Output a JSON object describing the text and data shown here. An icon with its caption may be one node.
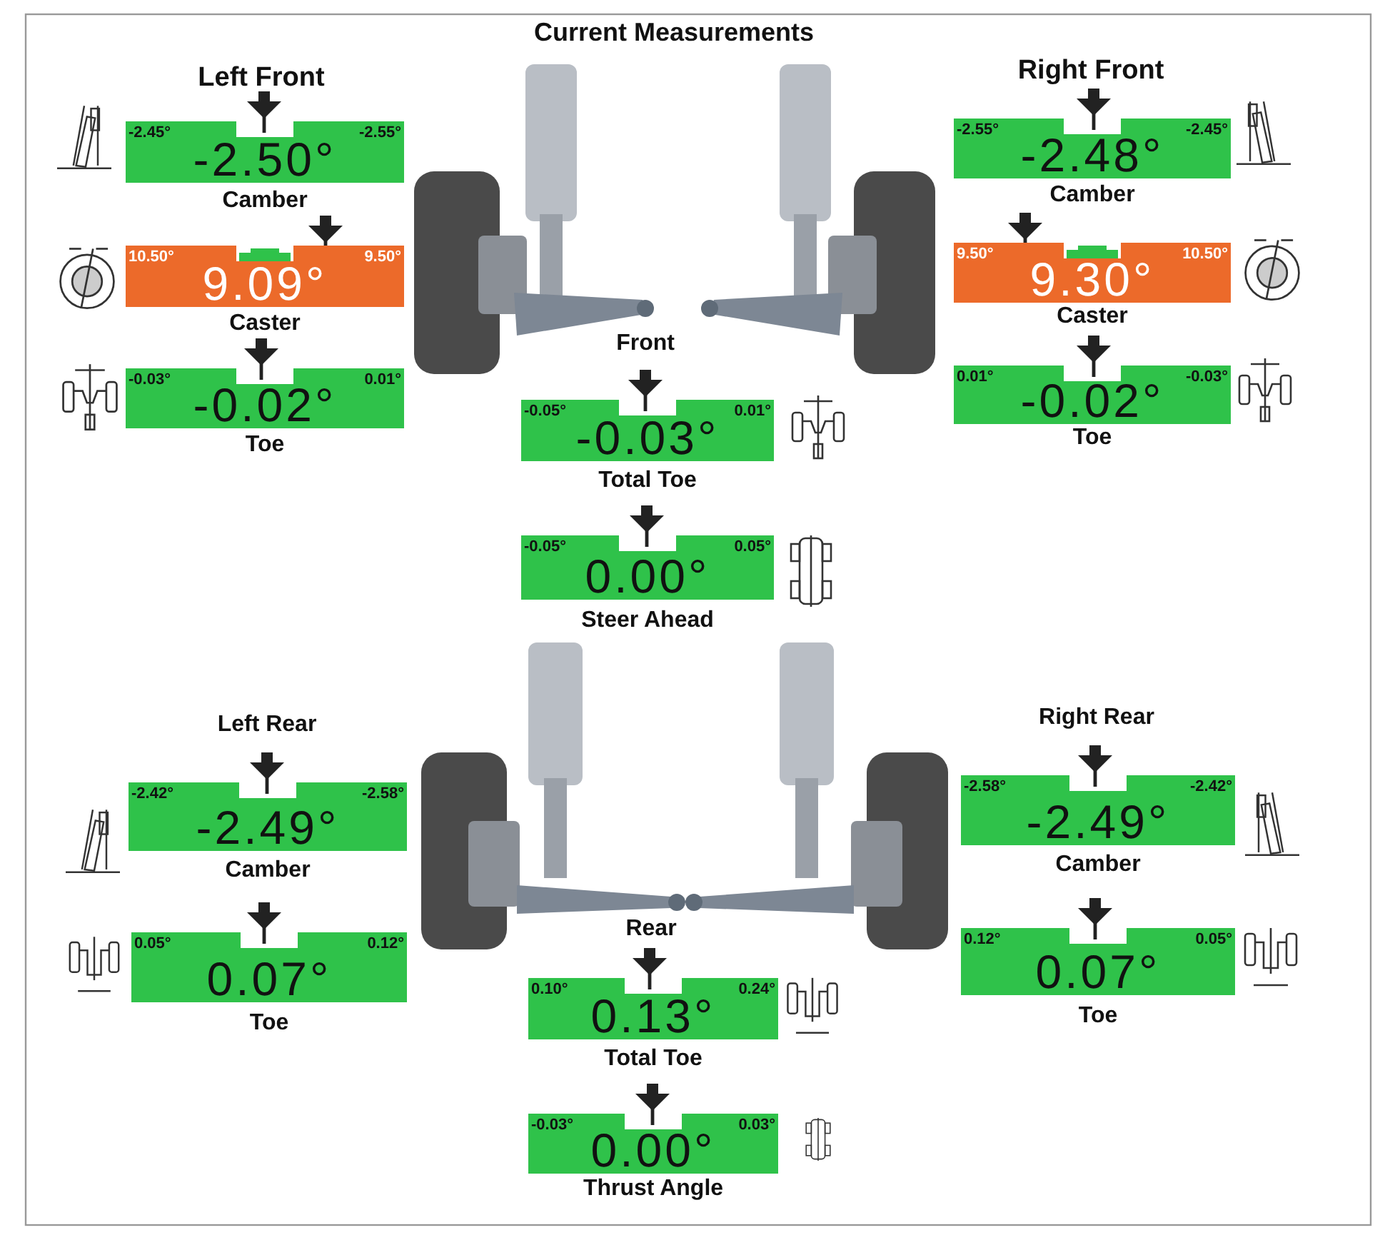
{
  "diagram": {
    "title": "Current Measurements",
    "nodes": [
      {
        "text": [
          "-2.45°",
          "-2.55°",
          "-2.50°"
        ],
        "beside": [
          "Camber"
        ]
      },
      {
        "text": [
          "10.50°",
          "9.50°",
          "9.09°"
        ],
        "beside": [
          "Caster"
        ]
      },
      {
        "text": [
          "-0.03°",
          "0.01°",
          "-0.02°"
        ],
        "beside": [
          "Toe"
        ]
      },
      {
        "text": [
          "-2.55°",
          "-2.45°",
          "-2.48°"
        ],
        "beside": [
          "Camber"
        ]
      },
      {
        "text": [
          "9.50°",
          "10.50°",
          "9.30°"
        ],
        "beside": [
          "Caster"
        ]
      },
      {
        "text": [
          "0.01°",
          "-0.03°",
          "-0.02°"
        ],
        "beside": [
          "Toe"
        ]
      },
      {
        "text": [
          "-0.05°",
          "0.01°",
          "-0.03°"
        ],
        "beside": [
          "Total Toe"
        ]
      },
      {
        "text": [
          "-0.05°",
          "0.05°",
          "0.00°"
        ],
        "beside": [
          "Steer Ahead"
        ]
      },
      {
        "text": [
          "-2.42°",
          "-2.58°",
          "-2.49°"
        ],
        "beside": [
          "Camber"
        ]
      },
      {
        "text": [
          "0.05°",
          "0.12°",
          "0.07°"
        ],
        "beside": [
          "Toe"
        ]
      },
      {
        "text": [
          "-2.58°",
          "-2.42°",
          "-2.49°"
        ],
        "beside": [
          "Camber"
        ]
      },
      {
        "text": [
          "0.12°",
          "0.05°",
          "0.07°"
        ],
        "beside": [
          "Toe"
        ]
      },
      {
        "text": [
          "0.10°",
          "0.24°",
          "0.13°"
        ],
        "beside": [
          "Total Toe"
        ]
      },
      {
        "text": [
          "-0.03°",
          "0.03°",
          "0.00°"
        ],
        "beside": [
          "Thrust Angle"
        ]
      }
    ],
    "labels": [
      "Left Front",
      "Right Front",
      "Front",
      "Left Rear",
      "Right Rear",
      "Rear"
    ]
  }
}
